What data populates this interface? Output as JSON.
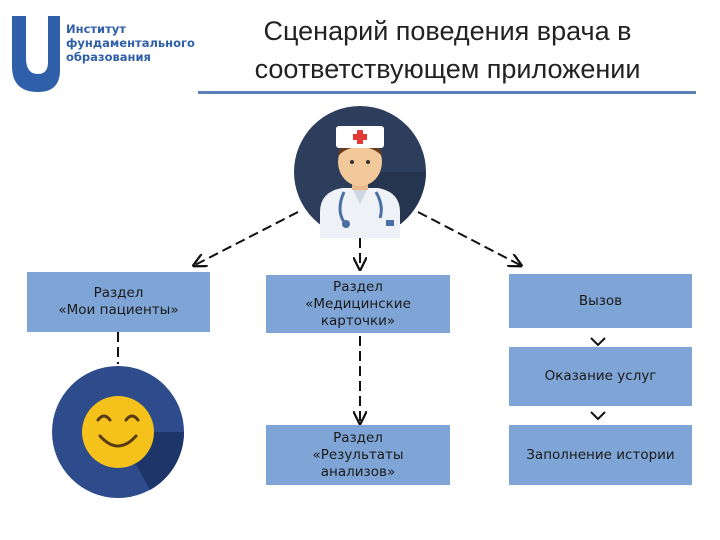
{
  "logo": {
    "line1": "Институт",
    "line2": "фундаментального",
    "line3": "образования"
  },
  "title": {
    "line1": "Сценарий поведения врача в",
    "line2": "соответствующем приложении"
  },
  "boxes": {
    "patients": {
      "line1": "Раздел",
      "line2": "«Мои пациенты»"
    },
    "cards": {
      "line1": "Раздел",
      "line2": "«Медицинские",
      "line3": "карточки»"
    },
    "call": {
      "line1": "Вызов"
    },
    "services": {
      "line1": "Оказание услуг"
    },
    "results": {
      "line1": "Раздел",
      "line2": "«Результаты",
      "line3": "анализов»"
    },
    "history": {
      "line1": "Заполнение истории"
    }
  },
  "colors": {
    "box": "#7fa5d6",
    "logo": "#2f5fa8",
    "doctor_circle": "#2d3e5c",
    "smiley_circle": "#2e4b8c",
    "smiley_face": "#f5c21b"
  },
  "icons": [
    "logo-u-icon",
    "doctor-icon",
    "smiley-icon",
    "chevron-down-icon"
  ]
}
